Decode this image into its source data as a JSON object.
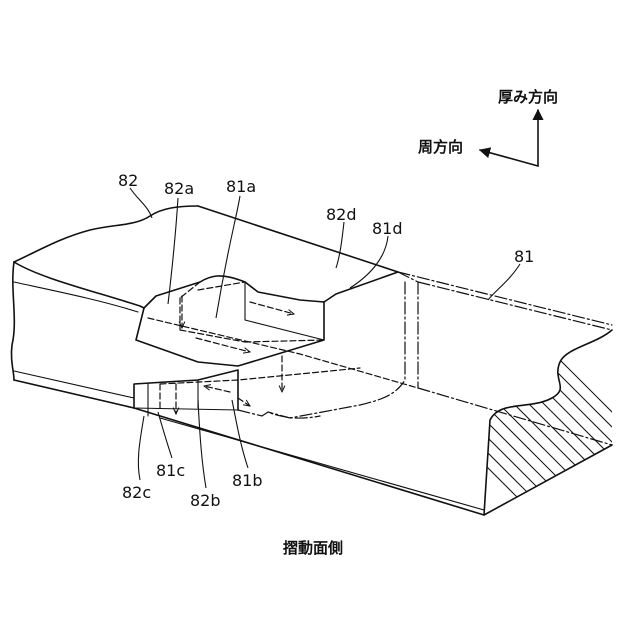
{
  "axes": {
    "thickness_label": "厚み方向",
    "circumferential_label": "周方向"
  },
  "labels": {
    "l82": "82",
    "l82a": "82a",
    "l81a": "81a",
    "l82d": "82d",
    "l81d": "81d",
    "l81": "81",
    "l82c": "82c",
    "l81c": "81c",
    "l82b": "82b",
    "l81b": "81b"
  },
  "caption": "摺動面側"
}
